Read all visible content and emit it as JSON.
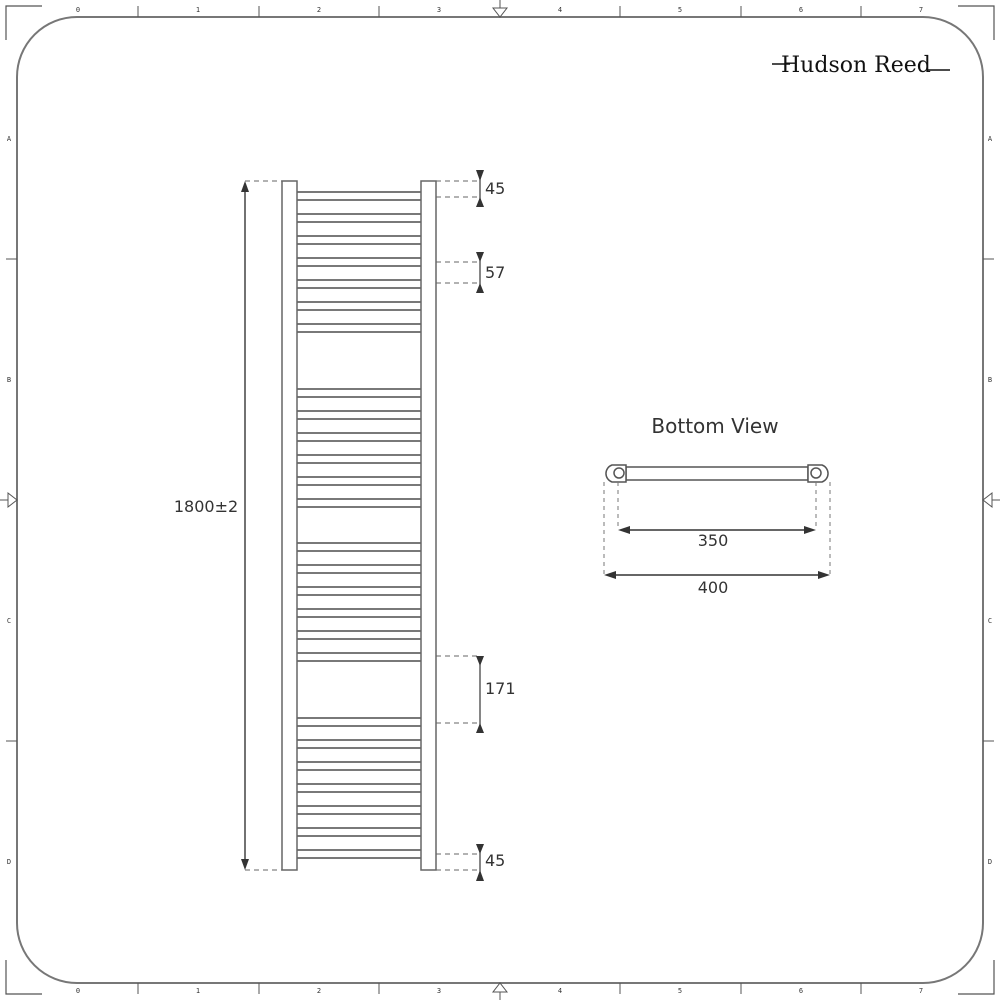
{
  "brand": {
    "name": "Hudson Reed"
  },
  "ruler": {
    "columns": [
      "0",
      "1",
      "2",
      "3",
      "4",
      "5",
      "6",
      "7"
    ],
    "rows": [
      "A",
      "B",
      "C",
      "D"
    ]
  },
  "front_view": {
    "height_label": "1800±2",
    "top_gap_label": "45",
    "bar_spacing_label": "57",
    "group_gap_label": "171",
    "bottom_gap_label": "45",
    "bar_groups": [
      {
        "count": 7,
        "tube_y": [
          192,
          214,
          236,
          258,
          280,
          302,
          324
        ]
      },
      {
        "count": 6,
        "tube_y": [
          389,
          411,
          433,
          455,
          477,
          499
        ]
      },
      {
        "count": 6,
        "tube_y": [
          543,
          565,
          587,
          609,
          631,
          653
        ]
      },
      {
        "count": 7,
        "tube_y": [
          718,
          740,
          762,
          784,
          806,
          828,
          850
        ]
      }
    ]
  },
  "bottom_view": {
    "title": "Bottom View",
    "centres_label": "350",
    "width_label": "400"
  },
  "colors": {
    "line": "#555555",
    "frame": "#777777",
    "text": "#333333"
  }
}
